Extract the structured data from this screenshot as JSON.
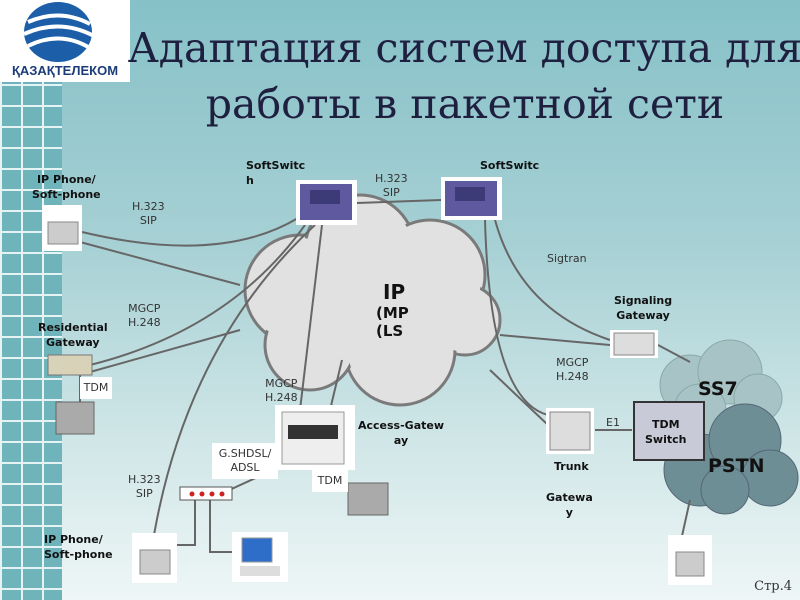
{
  "logo": {
    "text": "ҚАЗАҚТЕЛЕКОМ"
  },
  "title": {
    "line1": "Адаптация систем доступа для",
    "line2": "работы в пакетной сети"
  },
  "nodes": {
    "softswitch_1": "SoftSwitc\nh",
    "softswitch_2": "SoftSwitc",
    "ip_phone_top": "IP Phone/\nSoft-phone",
    "residential_gateway": "Residential\nGateway",
    "signaling_gateway": "Signaling\nGateway",
    "access_gateway": "Access-Gatew\nay",
    "trunk": "Trunk",
    "gateway": "Gatewa\ny",
    "ip_phone_bottom": "IP Phone/\nSoft-phone",
    "tdm_switch": "TDM\nSwitch"
  },
  "clouds": {
    "ip": "IP",
    "mpls_1": "(MP",
    "mpls_2": "(LS",
    "ss7": "SS7",
    "pstn": "PSTN"
  },
  "protocols": {
    "h323_sip_top": "H.323\nSIP",
    "h323_sip_mid": "H.323\nSIP",
    "mgcp_h248_left": "MGCP\nH.248",
    "mgcp_h248_center": "MGCP\nH.248",
    "mgcp_h248_right": "MGCP\nH.248",
    "sigtran": "Sigtran",
    "tdm_left": "TDM",
    "tdm_center": "TDM",
    "gshdsl_adsl": "G.SHDSL/\nADSL",
    "h323_sip_bottom": "H.323\nSIP",
    "e1": "E1"
  },
  "footer": {
    "page": "Стр.4"
  }
}
